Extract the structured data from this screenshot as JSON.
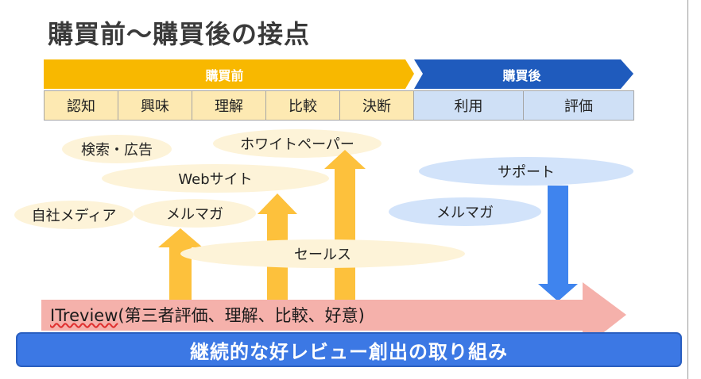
{
  "title": "購買前〜購買後の接点",
  "phases": {
    "pre": {
      "label": "購買前",
      "stages": [
        "認知",
        "興味",
        "理解",
        "比較",
        "決断"
      ]
    },
    "post": {
      "label": "購買後",
      "stages": [
        "利用",
        "評価"
      ]
    }
  },
  "touchpoints": {
    "search_ads": "検索・広告",
    "white_paper": "ホワイトペーパー",
    "website": "Webサイト",
    "support": "サポート",
    "owned_media": "自社メディア",
    "mail_magazine_pre": "メルマガ",
    "mail_magazine_post": "メルマガ",
    "sales": "セールス"
  },
  "itreview": {
    "name": "ITreview",
    "description": "(第三者評価、理解、比較、好意)"
  },
  "bottom_banner": "継続的な好レビュー創出の取り組み",
  "colors": {
    "pre_phase": "#f8b800",
    "post_phase": "#1f5bbd",
    "pre_stage_fill": "#fde9b2",
    "post_stage_fill": "#cfe0f6",
    "up_arrow": "#fdc13c",
    "down_arrow": "#3f84ee",
    "itreview_arrow": "#f5b1ab",
    "bottom_bar": "#3c78e4"
  }
}
